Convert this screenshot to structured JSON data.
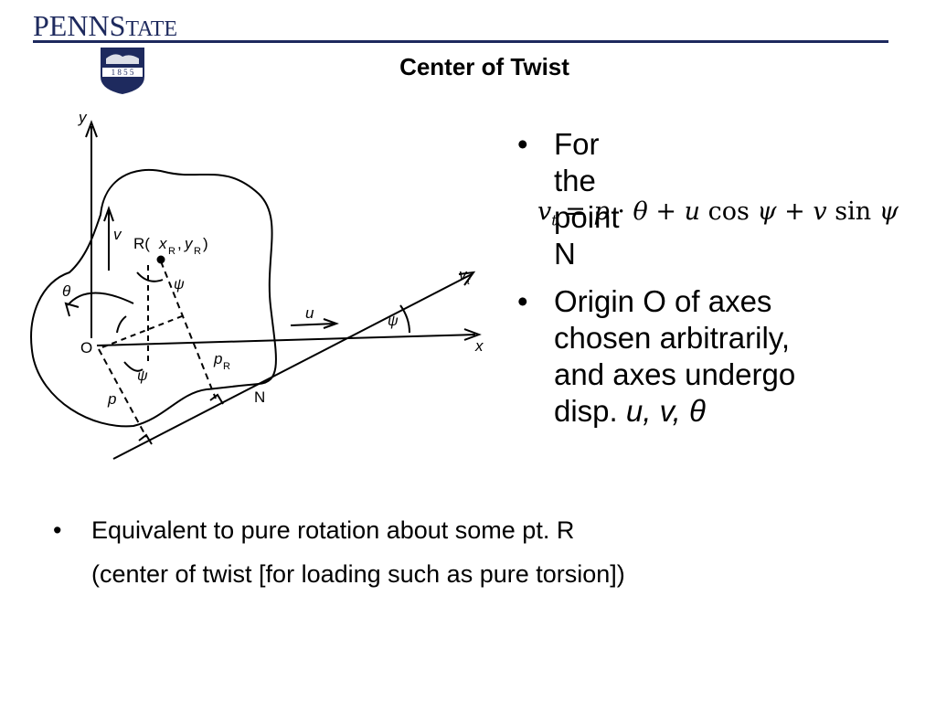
{
  "header": {
    "logo_part1": "PENN",
    "logo_part2": "S",
    "logo_part3": "TATE",
    "shield_year": "1 8 5 5",
    "brand_color": "#1e2a5e"
  },
  "slide": {
    "title": "Center of Twist"
  },
  "diagram": {
    "labels": {
      "y": "y",
      "x": "x",
      "v": "v",
      "R": "R(",
      "xR": "x",
      "sub_R1": "R",
      "comma": ",",
      "yR": "y",
      "sub_R2": "R",
      "close": ")",
      "theta": "θ",
      "psi1": "ψ",
      "psi2": "ψ",
      "psi3": "ψ",
      "O": "O",
      "u": "u",
      "p": "p",
      "pR": "p",
      "pR_sub": "R",
      "N": "N",
      "vt": "v",
      "vt_sub": "t"
    }
  },
  "bullets": {
    "first": "For the point N",
    "second_line1": "Origin O of axes",
    "second_line2": "chosen arbitrarily,",
    "second_line3": "and axes undergo",
    "second_line4": "disp. ",
    "second_vars": "u, v, θ"
  },
  "formula": {
    "lhs": "v",
    "lhs_sub": "t",
    "eq": " = ",
    "p": "p",
    "dot": " · ",
    "theta": "θ",
    "plus1": " + ",
    "u": "u",
    "cos": " cos ",
    "psi1": "ψ",
    "plus2": " + ",
    "v": "v",
    "sin": " sin ",
    "psi2": "ψ"
  },
  "bottom": {
    "bullet": "•",
    "line1": "Equivalent to pure rotation about some pt. R",
    "line2": "(center of twist [for loading such as pure torsion])"
  }
}
